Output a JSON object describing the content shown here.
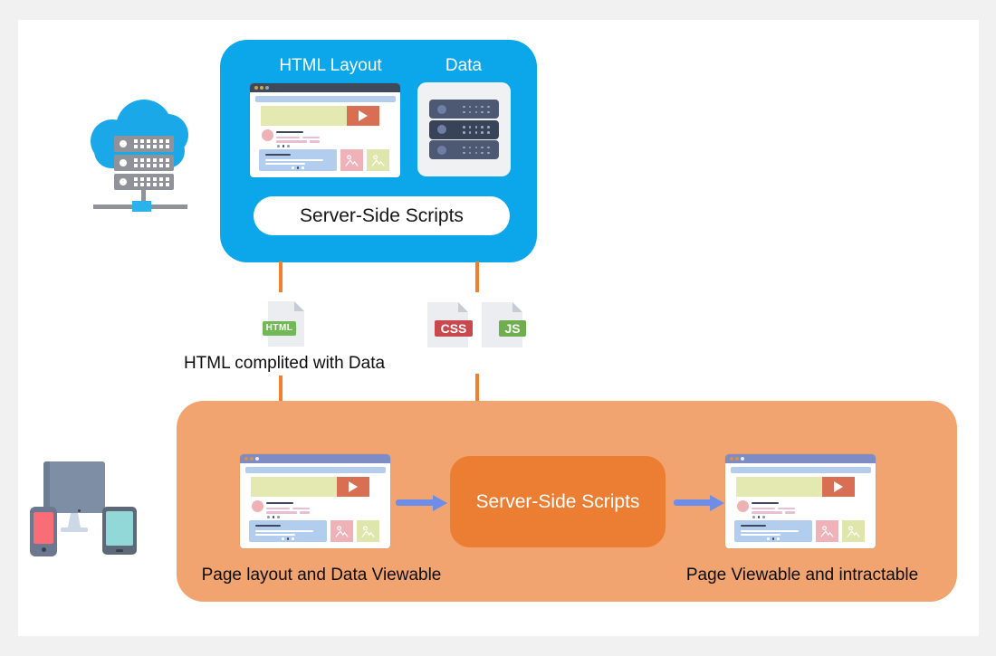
{
  "server_group": {
    "html_layout_label": "HTML Layout",
    "data_label": "Data",
    "scripts_pill_label": "Server-Side Scripts"
  },
  "file_icons": {
    "html_label": "HTML",
    "css_label": "CSS",
    "js_label": "JS"
  },
  "captions": {
    "html_completed": "HTML complited with Data",
    "page_layout": "Page layout and Data Viewable",
    "page_viewable": "Page Viewable and intractable"
  },
  "client_group": {
    "scripts_box_label": "Server-Side Scripts"
  },
  "colors": {
    "server_box_blue": "#0ca6ea",
    "client_panel_orange": "#f2a470",
    "scripts_box_orange": "#ec7e33",
    "flow_arrow_orange": "#f0802e",
    "flow_arrow_blue": "#6d8de9",
    "html_badge_green": "#71b857",
    "css_badge_red": "#c9484d",
    "js_badge_green": "#6fae4e"
  }
}
